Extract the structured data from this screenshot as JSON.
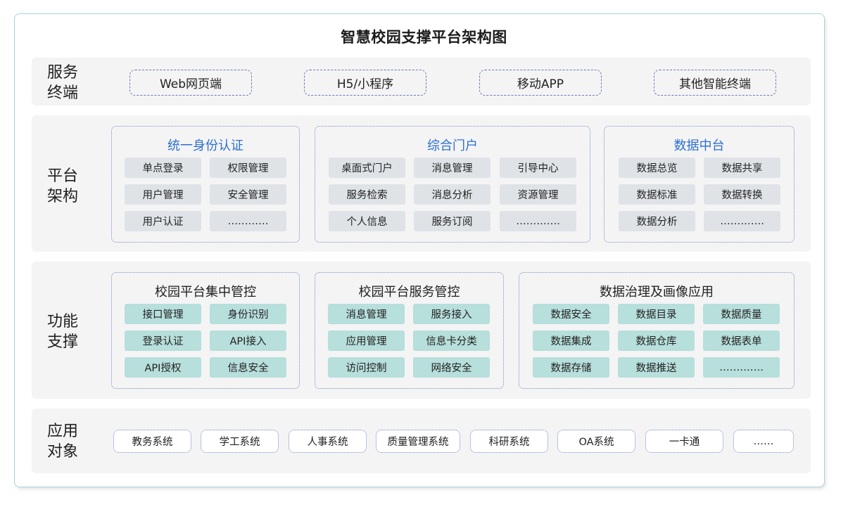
{
  "title": "智慧校园支撑平台架构图",
  "terminals": {
    "label": [
      "服务",
      "终端"
    ],
    "items": [
      "Web网页端",
      "H5/小程序",
      "移动APP",
      "其他智能终端"
    ]
  },
  "platform": {
    "label": [
      "平台",
      "架构"
    ],
    "panels": [
      {
        "title": "统一身份认证",
        "items": [
          "单点登录",
          "权限管理",
          "用户管理",
          "安全管理",
          "用户认证",
          "…………"
        ]
      },
      {
        "title": "综合门户",
        "items": [
          "桌面式门户",
          "消息管理",
          "引导中心",
          "服务检索",
          "消息分析",
          "资源管理",
          "个人信息",
          "服务订阅",
          "…………."
        ]
      },
      {
        "title": "数据中台",
        "items": [
          "数据总览",
          "数据共享",
          "数据标准",
          "数据转换",
          "数据分析",
          "…………."
        ]
      }
    ]
  },
  "functions": {
    "label": [
      "功能",
      "支撑"
    ],
    "panels": [
      {
        "title": "校园平台集中管控",
        "items": [
          "接口管理",
          "身份识别",
          "登录认证",
          "API接入",
          "API授权",
          "信息安全"
        ]
      },
      {
        "title": "校园平台服务管控",
        "items": [
          "消息管理",
          "服务接入",
          "应用管理",
          "信息卡分类",
          "访问控制",
          "网络安全"
        ]
      },
      {
        "title": "数据治理及画像应用",
        "items": [
          "数据安全",
          "数据目录",
          "数据质量",
          "数据集成",
          "数据仓库",
          "数据表单",
          "数据存储",
          "数据推送",
          "…………."
        ]
      }
    ]
  },
  "objects": {
    "label": [
      "应用",
      "对象"
    ],
    "items": [
      "教务系统",
      "学工系统",
      "人事系统",
      "质量管理系统",
      "科研系统",
      "OA系统",
      "一卡通",
      "……"
    ]
  },
  "colors": {
    "frame_border": "#a9d2df",
    "row_bg": "#f4f4f5",
    "dashed_border": "#6d78b4",
    "panel_title_blue": "#2c6fcf",
    "chip_grey": "#dfe3e8",
    "chip_teal": "#b7dfdc"
  }
}
